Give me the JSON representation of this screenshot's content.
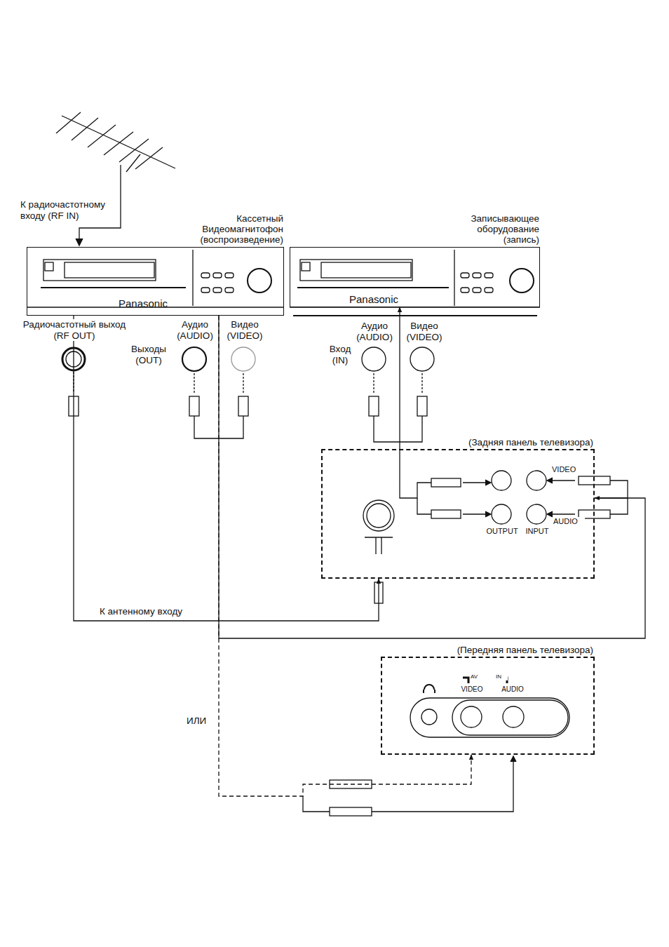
{
  "diagram": {
    "nodes": [
      {
        "text": [
          "Кассетный Видеомагнитофон (воспроизведение)",
          "Panasonic"
        ]
      },
      {
        "text": [
          "Записывающее оборудование (запись)",
          "Panasonic"
        ]
      },
      {
        "text": [
          "(Задняя панель телевизора)"
        ]
      },
      {
        "text": [
          "(Передняя панель телевизора)"
        ]
      }
    ],
    "edges": [
      {
        "from": 0,
        "to": 2,
        "label": "К антенному входу",
        "arrow": "to"
      },
      {
        "from": 0,
        "to": 2,
        "arrow": "to"
      },
      {
        "from": 0,
        "to": 3,
        "label": "ИЛИ",
        "arrow": "to"
      },
      {
        "from": 2,
        "to": 1,
        "arrow": "to"
      }
    ],
    "labels": [
      "К радиочастотному входу (RF IN)",
      "Радиочастотный выход (RF OUT)",
      "Аудио (AUDIO)",
      "Видео (VIDEO)",
      "Выходы (OUT)",
      "Аудио (AUDIO)",
      "Видео (VIDEO)",
      "Вход (IN)",
      "VIDEO",
      "AUDIO",
      "OUTPUT",
      "INPUT",
      "AV",
      "VIDEO",
      "IN",
      "AUDIO"
    ]
  }
}
